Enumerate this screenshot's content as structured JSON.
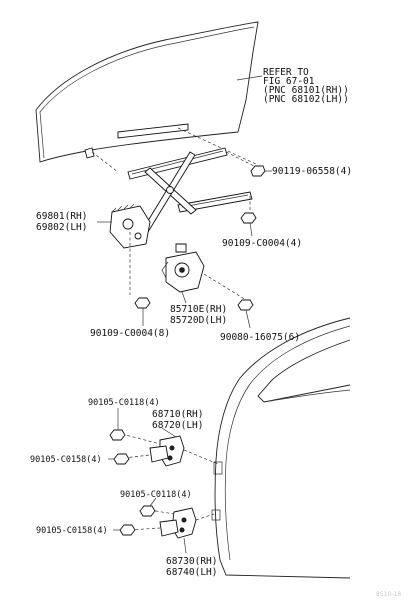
{
  "refer": {
    "line1": "REFER TO",
    "line2": "FIG 67-01",
    "line3": "(PNC 68101(RH))",
    "line4": "(PNC 68102(LH))"
  },
  "labels": {
    "p_90119_06558": "90119-06558(4)",
    "p_69801": "69801(RH)",
    "p_69802": "69802(LH)",
    "p_90109_C0004_4": "90109-C0004(4)",
    "p_85710E": "85710E(RH)",
    "p_85720D": "85720D(LH)",
    "p_90109_C0004_8": "90109-C0004(8)",
    "p_90080_16075": "90080-16075(6)",
    "p_90105_C0118_upper": "90105-C0118(4)",
    "p_68710": "68710(RH)",
    "p_68720": "68720(LH)",
    "p_90105_C0158_upper": "90105-C0158(4)",
    "p_90105_C0118_lower": "90105-C0118(4)",
    "p_90105_C0158_lower": "90105-C0158(4)",
    "p_68730": "68730(RH)",
    "p_68740": "68740(LH)"
  },
  "watermark": "8510-18"
}
